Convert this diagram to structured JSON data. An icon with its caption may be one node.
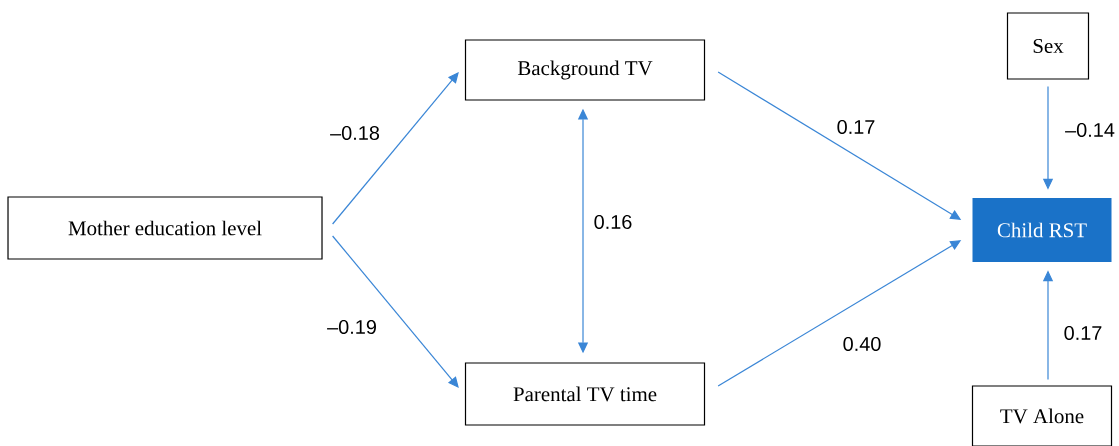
{
  "diagram": {
    "nodes": [
      {
        "text": [
          "Mother education level"
        ]
      },
      {
        "text": [
          "Background TV"
        ]
      },
      {
        "text": [
          "Parental TV time"
        ]
      },
      {
        "text": [
          "Child RST"
        ]
      },
      {
        "text": [
          "Sex"
        ]
      },
      {
        "text": [
          "TV Alone"
        ]
      }
    ],
    "edges": [
      {
        "from": 0,
        "to": 1,
        "arrow": "to",
        "label": "–0.18"
      },
      {
        "from": 0,
        "to": 2,
        "arrow": "to",
        "label": "–0.19"
      },
      {
        "from": 1,
        "to": 2,
        "arrow": "both",
        "label": "0.16"
      },
      {
        "from": 1,
        "to": 3,
        "arrow": "to",
        "label": "0.17"
      },
      {
        "from": 2,
        "to": 3,
        "arrow": "to",
        "label": "0.40"
      },
      {
        "from": 4,
        "to": 3,
        "arrow": "to",
        "label": "–0.14"
      },
      {
        "from": 5,
        "to": 3,
        "arrow": "to",
        "label": "0.17"
      }
    ]
  }
}
